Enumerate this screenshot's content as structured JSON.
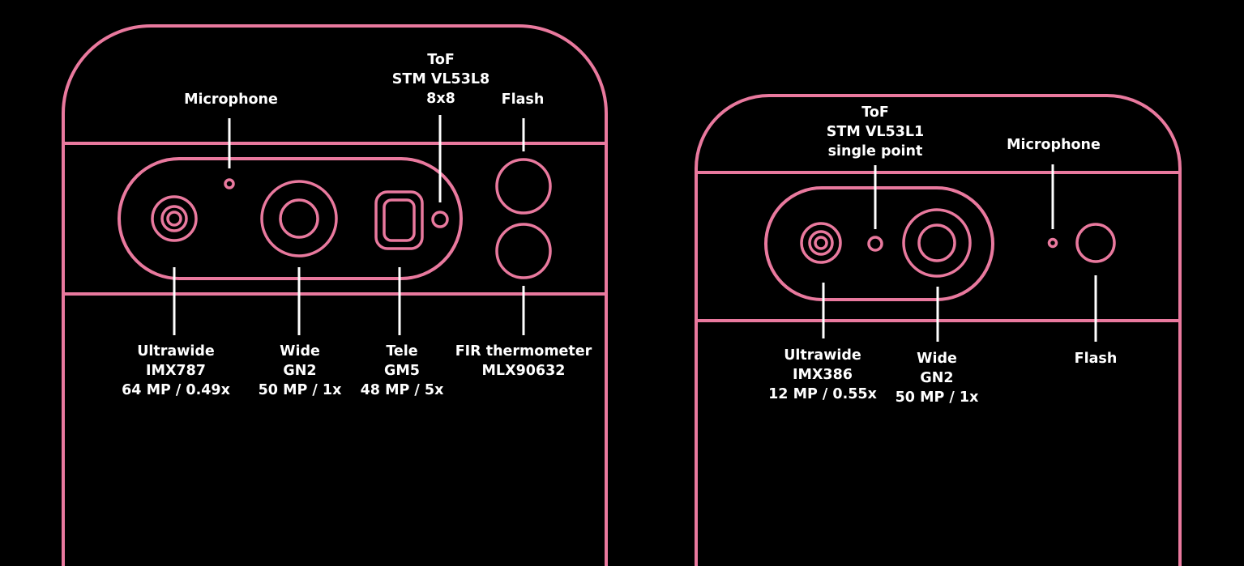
{
  "phone_a": {
    "microphone": "Microphone",
    "tof": {
      "line1": "ToF",
      "line2": "STM VL53L8",
      "line3": "8x8"
    },
    "flash": "Flash",
    "ultrawide": {
      "line1": "Ultrawide",
      "line2": "IMX787",
      "line3": "64 MP / 0.49x"
    },
    "wide": {
      "line1": "Wide",
      "line2": "GN2",
      "line3": "50 MP / 1x"
    },
    "tele": {
      "line1": "Tele",
      "line2": "GM5",
      "line3": "48 MP / 5x"
    },
    "thermometer": {
      "line1": "FIR thermometer",
      "line2": "MLX90632"
    }
  },
  "phone_b": {
    "tof": {
      "line1": "ToF",
      "line2": "STM VL53L1",
      "line3": "single point"
    },
    "microphone": "Microphone",
    "ultrawide": {
      "line1": "Ultrawide",
      "line2": "IMX386",
      "line3": "12 MP / 0.55x"
    },
    "wide": {
      "line1": "Wide",
      "line2": "GN2",
      "line3": "50 MP / 1x"
    },
    "flash": "Flash"
  },
  "colors": {
    "outline": "#e9799e",
    "leader": "#ffffff",
    "background": "#000000"
  }
}
